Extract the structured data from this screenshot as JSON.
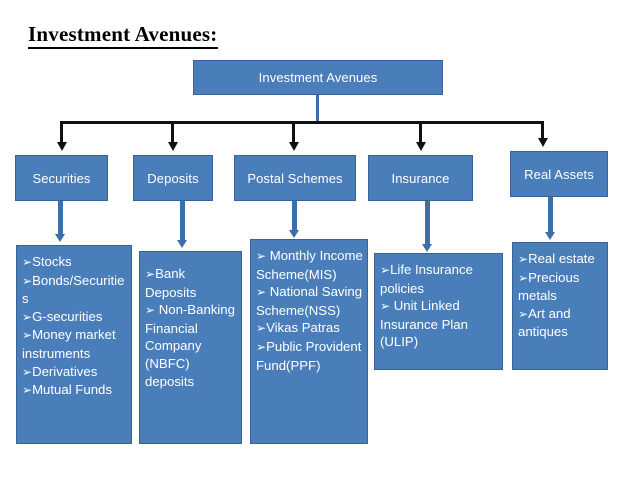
{
  "slide": {
    "title": "Investment Avenues:",
    "background_color": "#ffffff",
    "box_fill_color": "#4a7ebb",
    "box_border_color": "#3a6298",
    "box_text_color": "#ffffff",
    "connector_black": "#111111",
    "connector_blue": "#3c6fa8"
  },
  "diagram": {
    "type": "tree",
    "root": {
      "label": "Investment Avenues"
    },
    "branches": [
      {
        "label": "Securities",
        "items": [
          "Stocks",
          "Bonds/Securities",
          "G-securities",
          "Money market instruments",
          "Derivatives",
          "Mutual Funds"
        ]
      },
      {
        "label": "Deposits",
        "items": [
          "Bank Deposits",
          " Non-Banking Financial Company (NBFC) deposits"
        ]
      },
      {
        "label": "Postal Schemes",
        "items": [
          " Monthly Income Scheme(MIS)",
          " National Saving Scheme(NSS)",
          "Vikas Patras",
          "Public Provident Fund(PPF)"
        ]
      },
      {
        "label": "Insurance",
        "items": [
          "Life Insurance policies",
          " Unit Linked Insurance Plan (ULIP)"
        ]
      },
      {
        "label": "Real Assets",
        "items": [
          "Real estate",
          "Precious metals",
          "Art and antiques"
        ]
      }
    ],
    "bullet_glyph": "➢"
  }
}
